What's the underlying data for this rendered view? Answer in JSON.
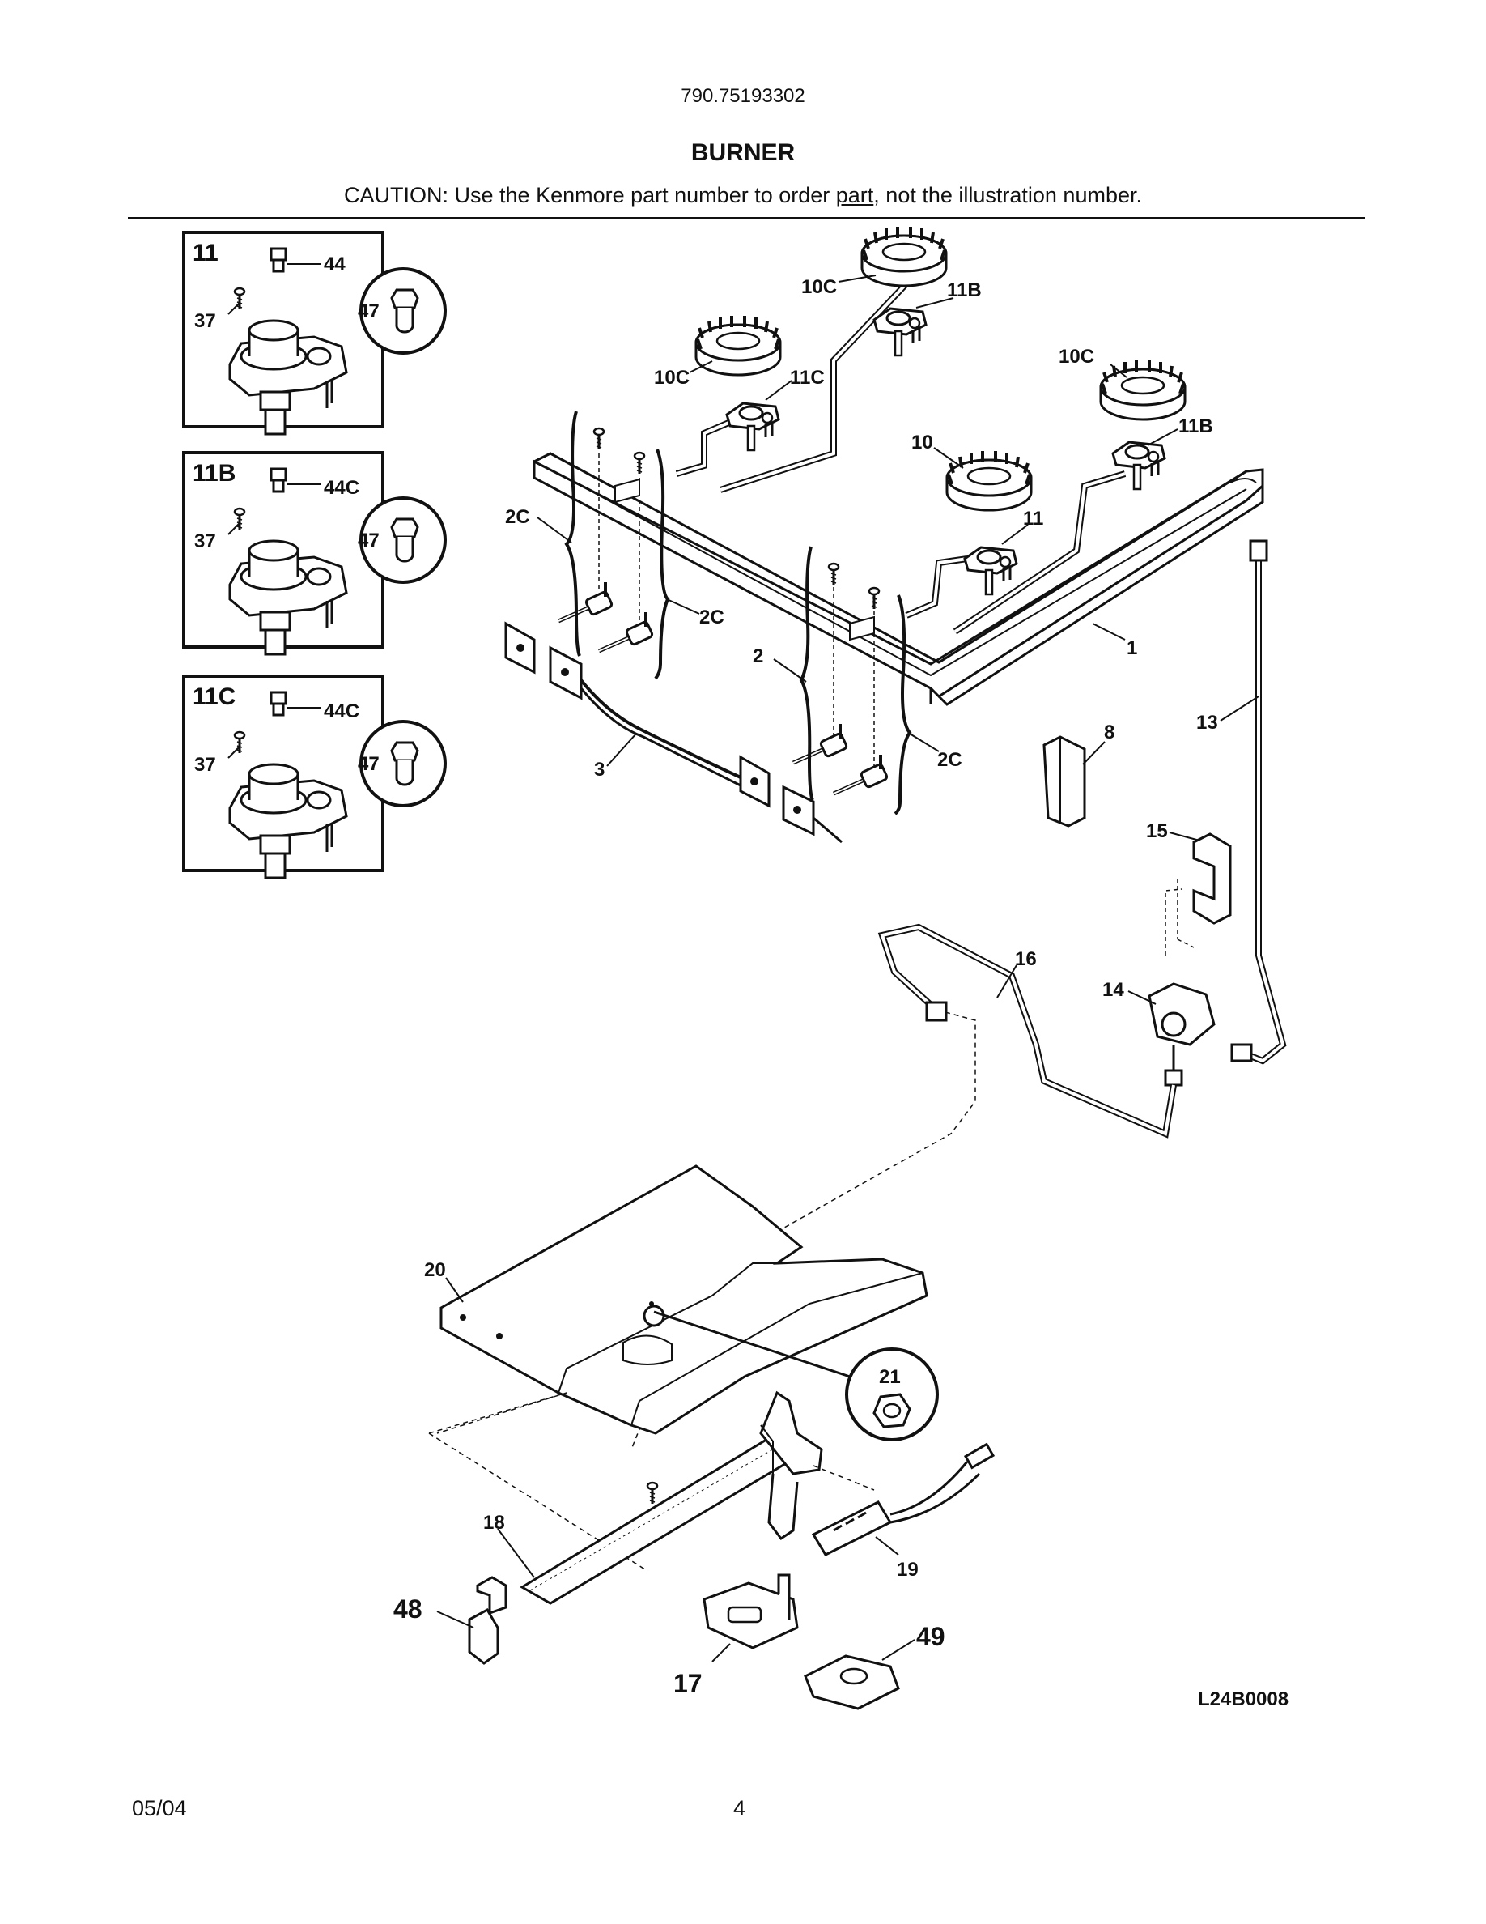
{
  "header": {
    "model_number": "790.75193302",
    "title": "BURNER",
    "caution_prefix": "CAUTION: Use the Kenmore part number to order ",
    "caution_underlined": "part",
    "caution_suffix": ", not the illustration number."
  },
  "insets": [
    {
      "id": "11",
      "callouts": [
        "44",
        "37",
        "47"
      ]
    },
    {
      "id": "11B",
      "callouts": [
        "44C",
        "37",
        "47"
      ]
    },
    {
      "id": "11C",
      "callouts": [
        "44C",
        "37",
        "47"
      ]
    }
  ],
  "callouts": {
    "c10C_a": "10C",
    "c11B_a": "11B",
    "c10C_b": "10C",
    "c11C": "11C",
    "c10C_c": "10C",
    "c11B_b": "11B",
    "c10": "10",
    "c11": "11",
    "c2C_a": "2C",
    "c2C_b": "2C",
    "c2C_c": "2C",
    "c2": "2",
    "c1": "1",
    "c3": "3",
    "c8": "8",
    "c13": "13",
    "c15": "15",
    "c16": "16",
    "c14": "14",
    "c20": "20",
    "c21": "21",
    "c18": "18",
    "c19": "19",
    "c48": "48",
    "c17": "17",
    "c49": "49"
  },
  "diagram_code": "L24B0008",
  "footer": {
    "date": "05/04",
    "page_number": "4"
  }
}
